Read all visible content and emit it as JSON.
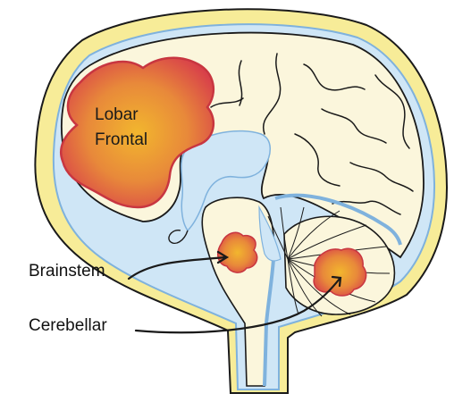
{
  "diagram": {
    "labels": {
      "lobar_line1": "Lobar",
      "lobar_line2": "Frontal",
      "brainstem": "Brainstem",
      "cerebellar": "Cerebellar"
    },
    "colors": {
      "skull": "#f7ec98",
      "csf": "#cfe6f6",
      "csf_outline": "#7fb2dd",
      "brain": "#fbf6dc",
      "hemorrhage_center": "#f0b030",
      "hemorrhage_edge": "#d8404a",
      "outline": "#1a1a1a"
    }
  }
}
